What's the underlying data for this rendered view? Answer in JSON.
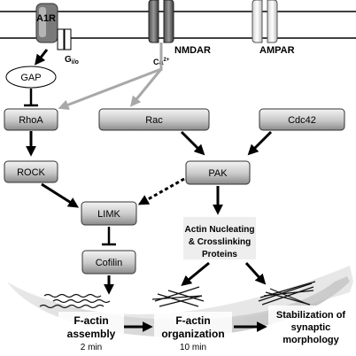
{
  "membrane": {
    "a1r_label": "A1R",
    "gio_label": "G",
    "gio_sub": "i/o",
    "nmdar_label": "NMDAR",
    "ampar_label": "AMPAR",
    "ca_label": "Ca",
    "ca_sup": "2+"
  },
  "nodes": {
    "gap": "GAP",
    "rhoa": "RhoA",
    "rock": "ROCK",
    "rac": "Rac",
    "cdc42": "Cdc42",
    "pak": "PAK",
    "limk": "LIMK",
    "cofilin": "Cofilin",
    "nucleating_1": "Actin Nucleating",
    "nucleating_2": "& Crosslinking",
    "nucleating_3": "Proteins"
  },
  "outcomes": {
    "assembly_1": "F-actin",
    "assembly_2": "assembly",
    "assembly_time": "2 min",
    "organization_1": "F-actin",
    "organization_2": "organization",
    "organization_time": "10 min",
    "stabilization_1": "Stabilization of",
    "stabilization_2": "synaptic",
    "stabilization_3": "morphology"
  },
  "colors": {
    "box_top": "#f2f2f2",
    "box_bottom": "#8a8a8a",
    "arrow": "#000000",
    "ca_arrow": "#a8a8a8",
    "swoosh": "#c4c4c4"
  }
}
